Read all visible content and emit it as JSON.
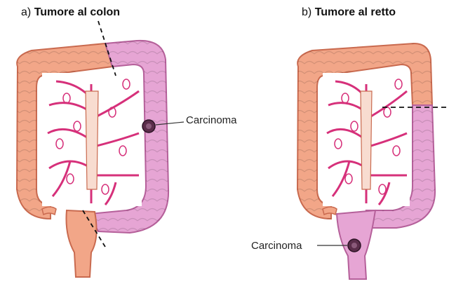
{
  "panels": [
    {
      "letter": "a)",
      "title": "Tumore al colon",
      "carcinoma_label": "Carcinoma"
    },
    {
      "letter": "b)",
      "title": "Tumore al retto",
      "carcinoma_label": "Carcinoma"
    }
  ],
  "colors": {
    "colon_healthy": "#f2a688",
    "colon_healthy_edge": "#c96a4f",
    "colon_resected": "#e6a5d4",
    "colon_resected_edge": "#b5609a",
    "mesentery_bg": "#ffffff",
    "vessels": "#d6307a",
    "tumor": "#5a2d4a"
  }
}
